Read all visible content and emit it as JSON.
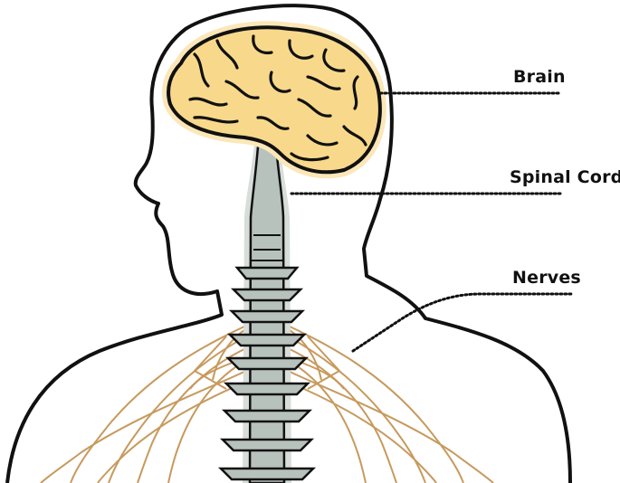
{
  "labels": {
    "brain": "Brain",
    "spinal_cord": "Spinal Cord",
    "nerves": "Nerves"
  },
  "colors": {
    "outline": "#111111",
    "brain_fill": "#f8d98b",
    "brain_glow": "#fbe7b7",
    "spine_fill": "#b8c2bd",
    "spine_halo": "#d7ddd9",
    "nerve": "#c79a5e",
    "leader_dots": "#111111"
  }
}
